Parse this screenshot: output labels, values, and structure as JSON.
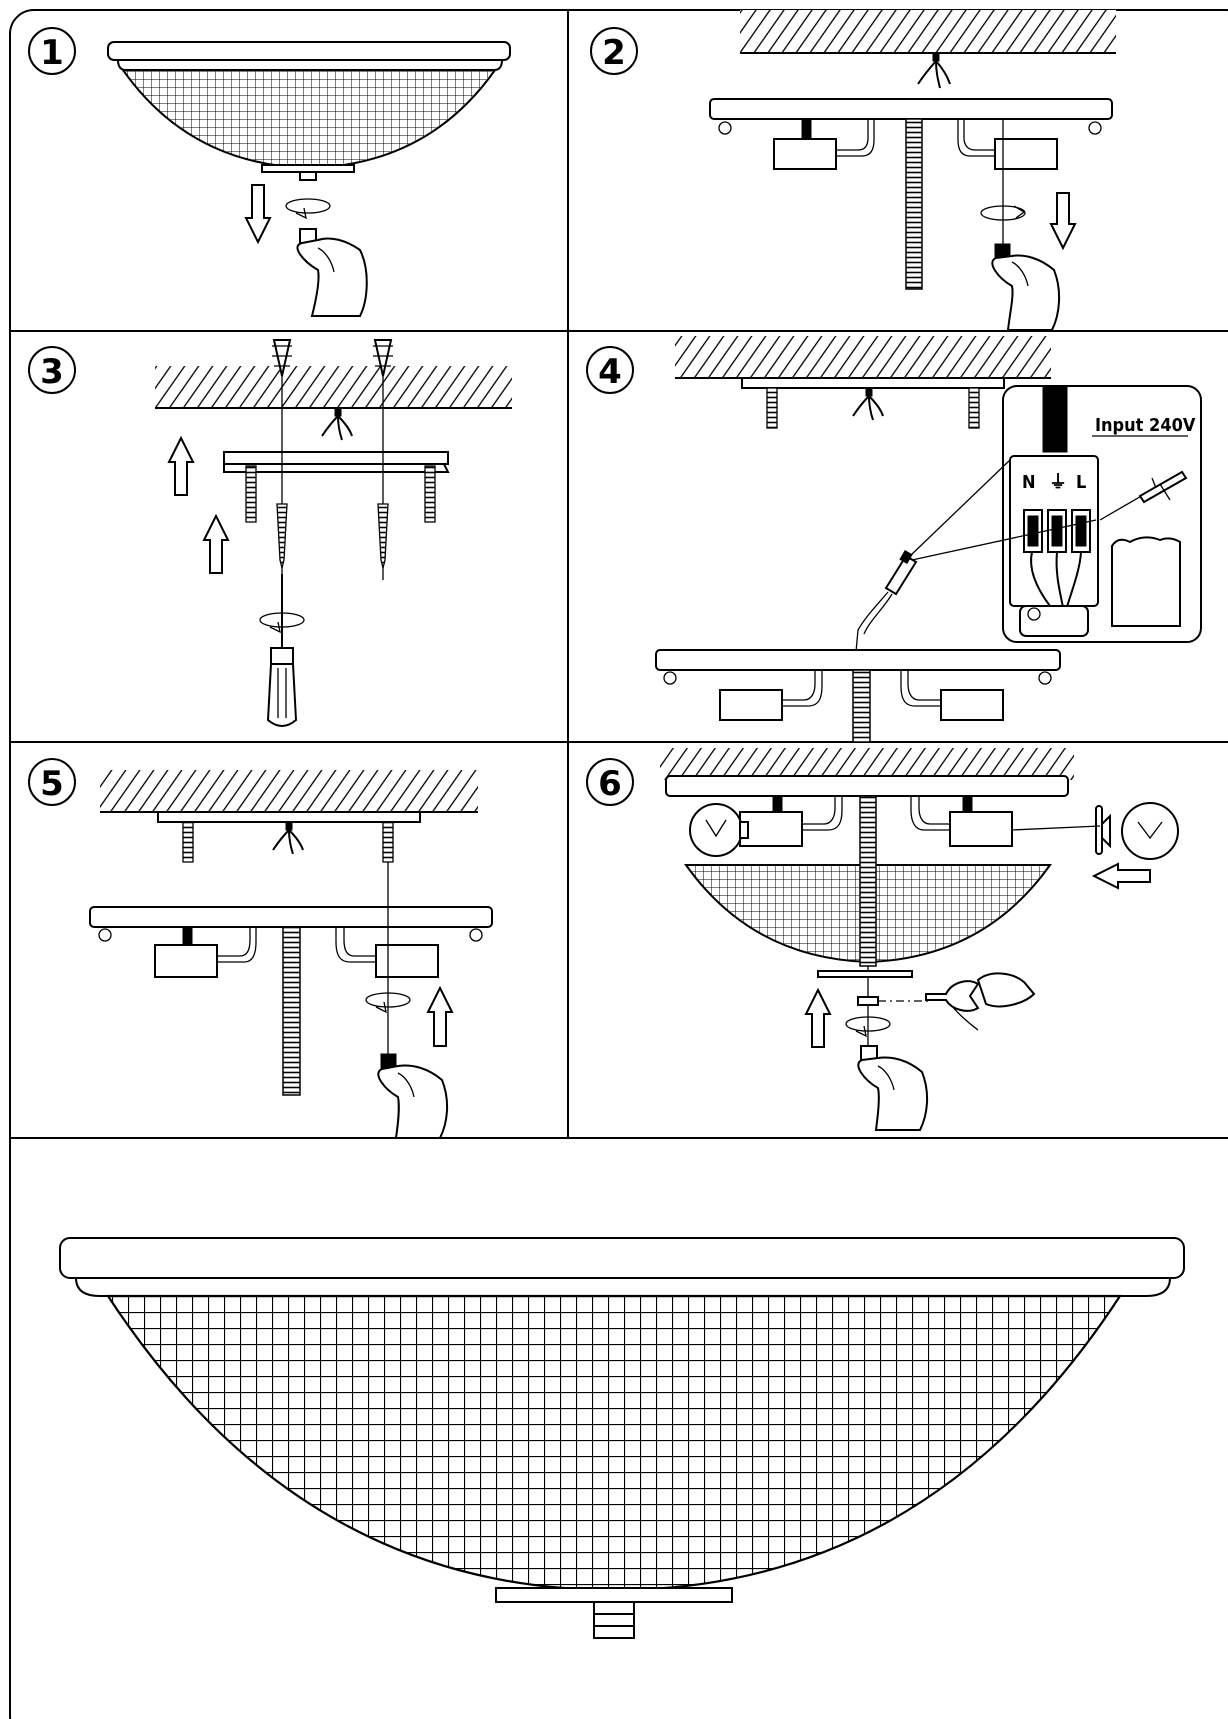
{
  "steps": [
    {
      "number": "1"
    },
    {
      "number": "2"
    },
    {
      "number": "3"
    },
    {
      "number": "4"
    },
    {
      "number": "5"
    },
    {
      "number": "6"
    }
  ],
  "wiring": {
    "input_label": "Input 240V",
    "terminal_labels": [
      "N",
      "⏚",
      "L"
    ]
  }
}
